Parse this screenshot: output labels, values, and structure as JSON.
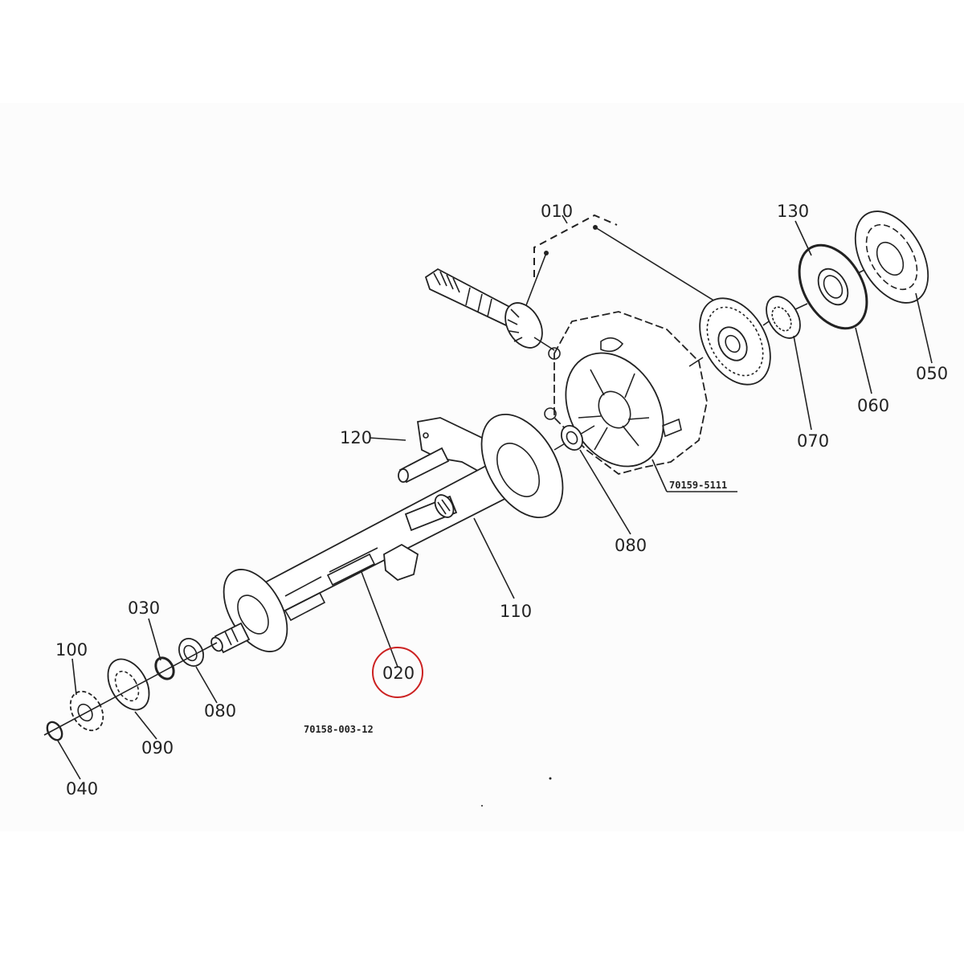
{
  "diagram": {
    "type": "exploded-parts-diagram",
    "highlight_color": "#cc2222",
    "background_panel_color": "#fcfcfc",
    "reference_codes": {
      "housing": "70159-5111",
      "drawing": "70158-003-12"
    },
    "callouts": [
      {
        "id": "010",
        "label": "010",
        "part": "bevel pinion shaft & bevel gear set",
        "highlighted": false
      },
      {
        "id": "020",
        "label": "020",
        "part": "drive shaft",
        "highlighted": true
      },
      {
        "id": "030",
        "label": "030",
        "part": "snap ring",
        "highlighted": false
      },
      {
        "id": "040",
        "label": "040",
        "part": "circlip",
        "highlighted": false
      },
      {
        "id": "050",
        "label": "050",
        "part": "gearbox cover",
        "highlighted": false
      },
      {
        "id": "060",
        "label": "060",
        "part": "gasket",
        "highlighted": false
      },
      {
        "id": "070",
        "label": "070",
        "part": "ball bearing",
        "highlighted": false
      },
      {
        "id": "080a",
        "label": "080",
        "part": "oil seal (gearbox side)",
        "highlighted": false
      },
      {
        "id": "080b",
        "label": "080",
        "part": "oil seal (sprocket side)",
        "highlighted": false
      },
      {
        "id": "090",
        "label": "090",
        "part": "ball bearing",
        "highlighted": false
      },
      {
        "id": "100",
        "label": "100",
        "part": "sprocket",
        "highlighted": false
      },
      {
        "id": "110",
        "label": "110",
        "part": "shaft tube / frame",
        "highlighted": false
      },
      {
        "id": "120",
        "label": "120",
        "part": "pin",
        "highlighted": false
      },
      {
        "id": "130",
        "label": "130",
        "part": "oil seal",
        "highlighted": false
      }
    ]
  }
}
